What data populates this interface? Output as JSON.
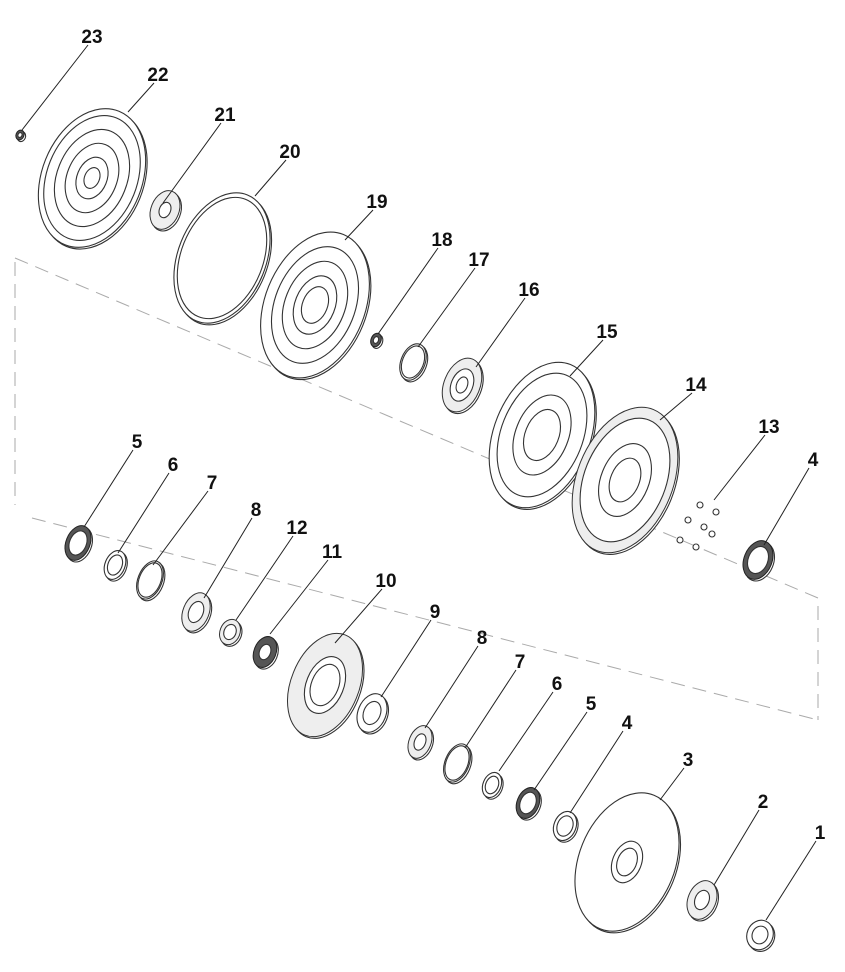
{
  "diagram": {
    "title": "Torque converter exploded view",
    "callouts": [
      "23",
      "22",
      "21",
      "20",
      "19",
      "18",
      "17",
      "16",
      "15",
      "14",
      "13",
      "4",
      "5",
      "6",
      "7",
      "8",
      "12",
      "11",
      "10",
      "9",
      "8",
      "7",
      "6",
      "5",
      "4",
      "3",
      "2",
      "1"
    ]
  }
}
